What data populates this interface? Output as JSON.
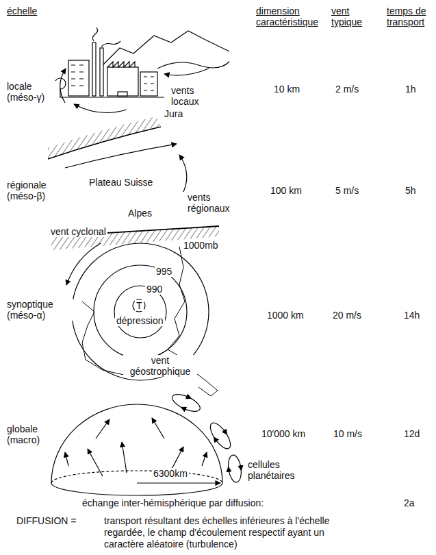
{
  "diagram": {
    "labels": [
      "échelle",
      "dimension caractéristique",
      "vent typique",
      "temps de transport",
      "locale (méso-γ)",
      "vents locaux",
      "10 km",
      "2 m/s",
      "1h",
      "Jura",
      "régionale (méso-β)",
      "Plateau Suisse",
      "vents régionaux",
      "Alpes",
      "100 km",
      "5 m/s",
      "5h",
      "vent cyclonal",
      "1000mb",
      "synoptique (méso-α)",
      "995",
      "990",
      "T",
      "dépression",
      "1000 km",
      "20 m/s",
      "14h",
      "vent géostrophique",
      "globale (macro)",
      "10'000 km",
      "10 m/s",
      "12d",
      "cellules planétaires",
      "6300km",
      "échange inter-hémisphérique par diffusion:",
      "2a",
      "DIFFUSION =",
      "transport résultant des échelles inférieures à l'échelle regardée, le champ d'écoulement respectif ayant un caractère aléatoire (turbulence)"
    ]
  }
}
